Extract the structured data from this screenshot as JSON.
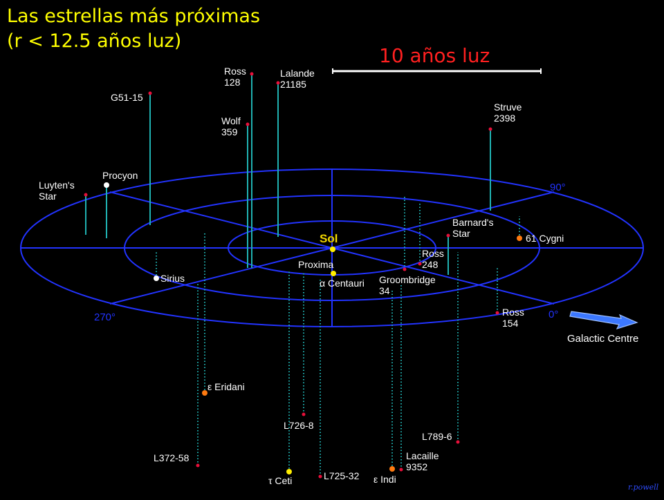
{
  "title": {
    "line1": "Las estrellas más próximas",
    "line2": "(r < 12.5 años luz)"
  },
  "scale": {
    "label": "10 años luz"
  },
  "angles": {
    "a0": "0°",
    "a90": "90°",
    "a270": "270°"
  },
  "galactic_centre": {
    "label": "Galactic Centre"
  },
  "sun": {
    "label": "Sol"
  },
  "credit": "r.powell",
  "colors": {
    "background": "#000000",
    "grid": "#2233ff",
    "stem": "#20b2b2",
    "title": "#ffff00",
    "scale": "#ff2020",
    "star_red": "#e8103a",
    "star_white": "#ffffff",
    "star_yellow": "#ffee00",
    "star_orange": "#ff7a10"
  },
  "stars": [
    {
      "name": "ross-128",
      "lines": [
        "Ross",
        "128"
      ]
    },
    {
      "name": "lalande-21185",
      "lines": [
        "Lalande",
        "21185"
      ]
    },
    {
      "name": "g51-15",
      "lines": [
        "G51-15"
      ]
    },
    {
      "name": "wolf-359",
      "lines": [
        "Wolf",
        "359"
      ]
    },
    {
      "name": "struve-2398",
      "lines": [
        "Struve",
        "2398"
      ]
    },
    {
      "name": "luytens-star",
      "lines": [
        "Luyten's",
        "Star"
      ]
    },
    {
      "name": "procyon",
      "lines": [
        "Procyon"
      ]
    },
    {
      "name": "barnards-star",
      "lines": [
        "Barnard's",
        "Star"
      ]
    },
    {
      "name": "61-cygni",
      "lines": [
        "61 Cygni"
      ]
    },
    {
      "name": "proxima",
      "lines": [
        "Proxima"
      ]
    },
    {
      "name": "alpha-centauri",
      "lines": [
        "α Centauri"
      ]
    },
    {
      "name": "ross-248",
      "lines": [
        "Ross",
        "248"
      ]
    },
    {
      "name": "groombridge-34",
      "lines": [
        "Groombridge",
        "34"
      ]
    },
    {
      "name": "sirius",
      "lines": [
        "Sirius"
      ]
    },
    {
      "name": "ross-154",
      "lines": [
        "Ross",
        "154"
      ]
    },
    {
      "name": "epsilon-eridani",
      "lines": [
        "ε Eridani"
      ]
    },
    {
      "name": "l726-8",
      "lines": [
        "L726-8"
      ]
    },
    {
      "name": "l789-6",
      "lines": [
        "L789-6"
      ]
    },
    {
      "name": "l372-58",
      "lines": [
        "L372-58"
      ]
    },
    {
      "name": "lacaille-9352",
      "lines": [
        "Lacaille",
        "9352"
      ]
    },
    {
      "name": "tau-ceti",
      "lines": [
        "τ Ceti"
      ]
    },
    {
      "name": "l725-32",
      "lines": [
        "L725-32"
      ]
    },
    {
      "name": "epsilon-indi",
      "lines": [
        "ε Indi"
      ]
    }
  ]
}
